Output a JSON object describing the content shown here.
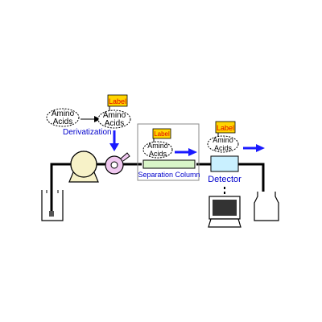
{
  "diagram": {
    "molecule_text_line1": "Amino",
    "molecule_text_line2": "Acids",
    "label_tag": "Label",
    "derivatization_text": "Derivatization",
    "separation_column_text": "Separation Column",
    "detector_text": "Detector",
    "colors": {
      "line": "#000000",
      "label_fill": "#ffd400",
      "label_text": "#e00000",
      "blue_text": "#0000cc",
      "blue_arrow": "#1a1aff",
      "pump_fill": "#f7f2c8",
      "injector_fill": "#f0c8f0",
      "column_fill": "#d8f5c8",
      "detector_fill": "#c9f0ff",
      "box_border": "#888888"
    }
  }
}
